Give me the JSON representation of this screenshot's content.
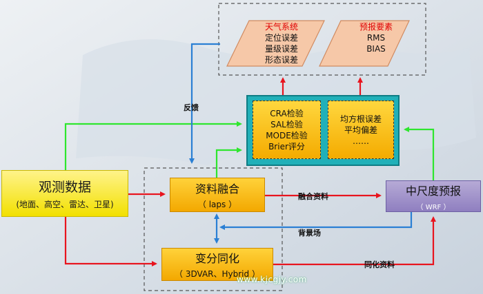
{
  "observations": {
    "title": "观测数据",
    "subtitle": "(地面、高空、雷达、卫星)"
  },
  "data_fusion": {
    "title": "资料融合",
    "subtitle": "（ laps ）"
  },
  "variational": {
    "title": "变分同化",
    "subtitle": "（ 3DVAR、Hybrid ）"
  },
  "mesoscale": {
    "title": "中尺度预报",
    "subtitle": "（ WRF ）"
  },
  "verification_methods": [
    "CRA检验",
    "SAL检验",
    "MODE检验",
    "Brier评分"
  ],
  "error_metrics": [
    "均方根误差",
    "平均偏差",
    "……"
  ],
  "weather_system": {
    "title": "天气系统",
    "items": [
      "定位误差",
      "量级误差",
      "形态误差"
    ]
  },
  "forecast_elements": {
    "title": "预报要素",
    "items": [
      "RMS",
      "BIAS"
    ]
  },
  "edge_labels": {
    "feedback": "反馈",
    "fusion_data": "融合资料",
    "background": "背景场",
    "assimilation_data": "同化资料"
  },
  "watermark": "www.kjcgjy.com",
  "colors": {
    "red_arrow": "#e8141e",
    "green_arrow": "#2ee62e",
    "blue_arrow": "#2a7fd4"
  }
}
